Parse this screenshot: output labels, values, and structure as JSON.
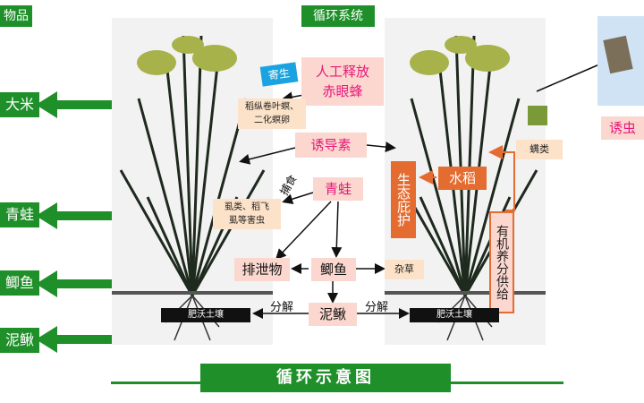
{
  "headers": {
    "left": "物品",
    "center": "循环系统"
  },
  "products": [
    "大米",
    "青蛙",
    "鲫鱼",
    "泥鳅"
  ],
  "nodes": {
    "parasite": "寄生",
    "release": "人工释放\n赤眼蜂",
    "pest_eggs": "稻纵卷叶螟、\n二化螟卵",
    "attractant": "诱导素",
    "prey": "捕食",
    "frog": "青蛙",
    "pests": "虱类、稻飞\n虱等害虫",
    "shelter": "生态庇护",
    "rice": "水稻",
    "organic": "有机养分供给",
    "mite": "螨类",
    "excreta": "排泄物",
    "fish": "鲫鱼",
    "weeds": "杂草",
    "decompose_left": "分解",
    "loach": "泥鳅",
    "decompose_right": "分解",
    "soil_left": "肥沃土壤",
    "soil_right": "肥沃土壤",
    "lure": "诱虫"
  },
  "footer": "循环示意图",
  "colors": {
    "green": "#1f8f2a",
    "orange": "#e46c30",
    "pink_text": "#e8187a"
  }
}
